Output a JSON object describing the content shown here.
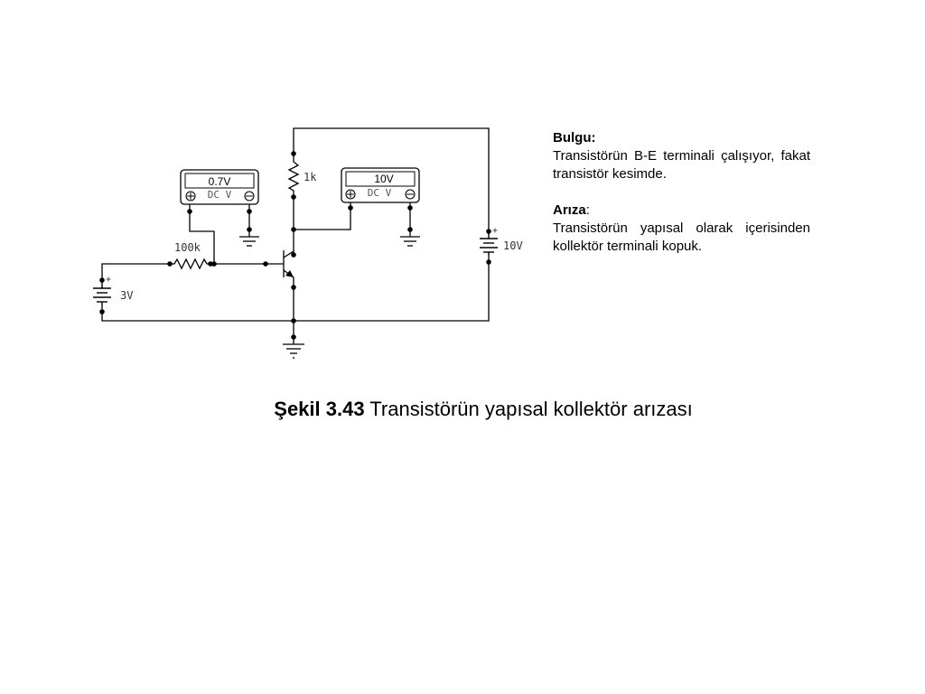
{
  "circuit": {
    "meter_base": {
      "reading": "0.7V",
      "mode": "DC  V"
    },
    "meter_collector": {
      "reading": "10V",
      "mode": "DC  V"
    },
    "rc_label": "1k",
    "rb_label": "100k",
    "vbb_label": "3V",
    "vcc_label": "10V",
    "plus_sign": "+"
  },
  "notes": {
    "finding_title": "Bulgu:",
    "finding_text": "Transistörün B-E terminali çalışıyor, fakat transistör kesimde.",
    "fault_title": "Arıza",
    "fault_colon": ":",
    "fault_text": "Transistörün yapısal olarak içerisinden kollektör terminali kopuk."
  },
  "caption": {
    "number": "Şekil 3.43",
    "text": " Transistörün yapısal kollektör arızası"
  }
}
